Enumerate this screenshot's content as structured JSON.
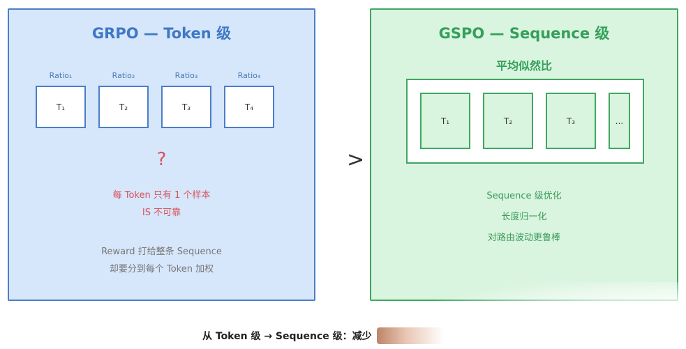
{
  "left_panel": {
    "title": "GRPO — Token 级",
    "ratios": [
      "Ratio₁",
      "Ratio₂",
      "Ratio₃",
      "Ratio₄"
    ],
    "tokens": [
      "T₁",
      "T₂",
      "T₃",
      "T₄"
    ],
    "question_mark": "?",
    "warnings": [
      "每 Token 只有 1 个样本",
      "IS 不可靠"
    ],
    "notes": [
      "Reward 打给整条 Sequence",
      "却要分到每个 Token 加权"
    ]
  },
  "right_panel": {
    "title": "GSPO — Sequence 级",
    "subtitle": "平均似然比",
    "tokens": [
      "T₁",
      "T₂",
      "T₃",
      "..."
    ],
    "benefits": [
      "Sequence 级优化",
      "长度归一化",
      "对路由波动更鲁棒"
    ]
  },
  "arrow": ">",
  "caption": "从 Token 级 → Sequence 级：减少",
  "colors": {
    "left_bg": "#d6e6fb",
    "left_border": "#4b7ec6",
    "right_bg": "#d9f4df",
    "right_border": "#3fa860",
    "warning": "#d9535a"
  }
}
